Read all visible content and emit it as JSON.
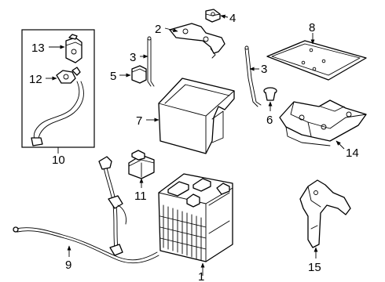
{
  "diagram": {
    "callouts": [
      "1",
      "2",
      "3",
      "3",
      "4",
      "5",
      "6",
      "7",
      "8",
      "9",
      "10",
      "11",
      "12",
      "13",
      "14",
      "15"
    ]
  }
}
